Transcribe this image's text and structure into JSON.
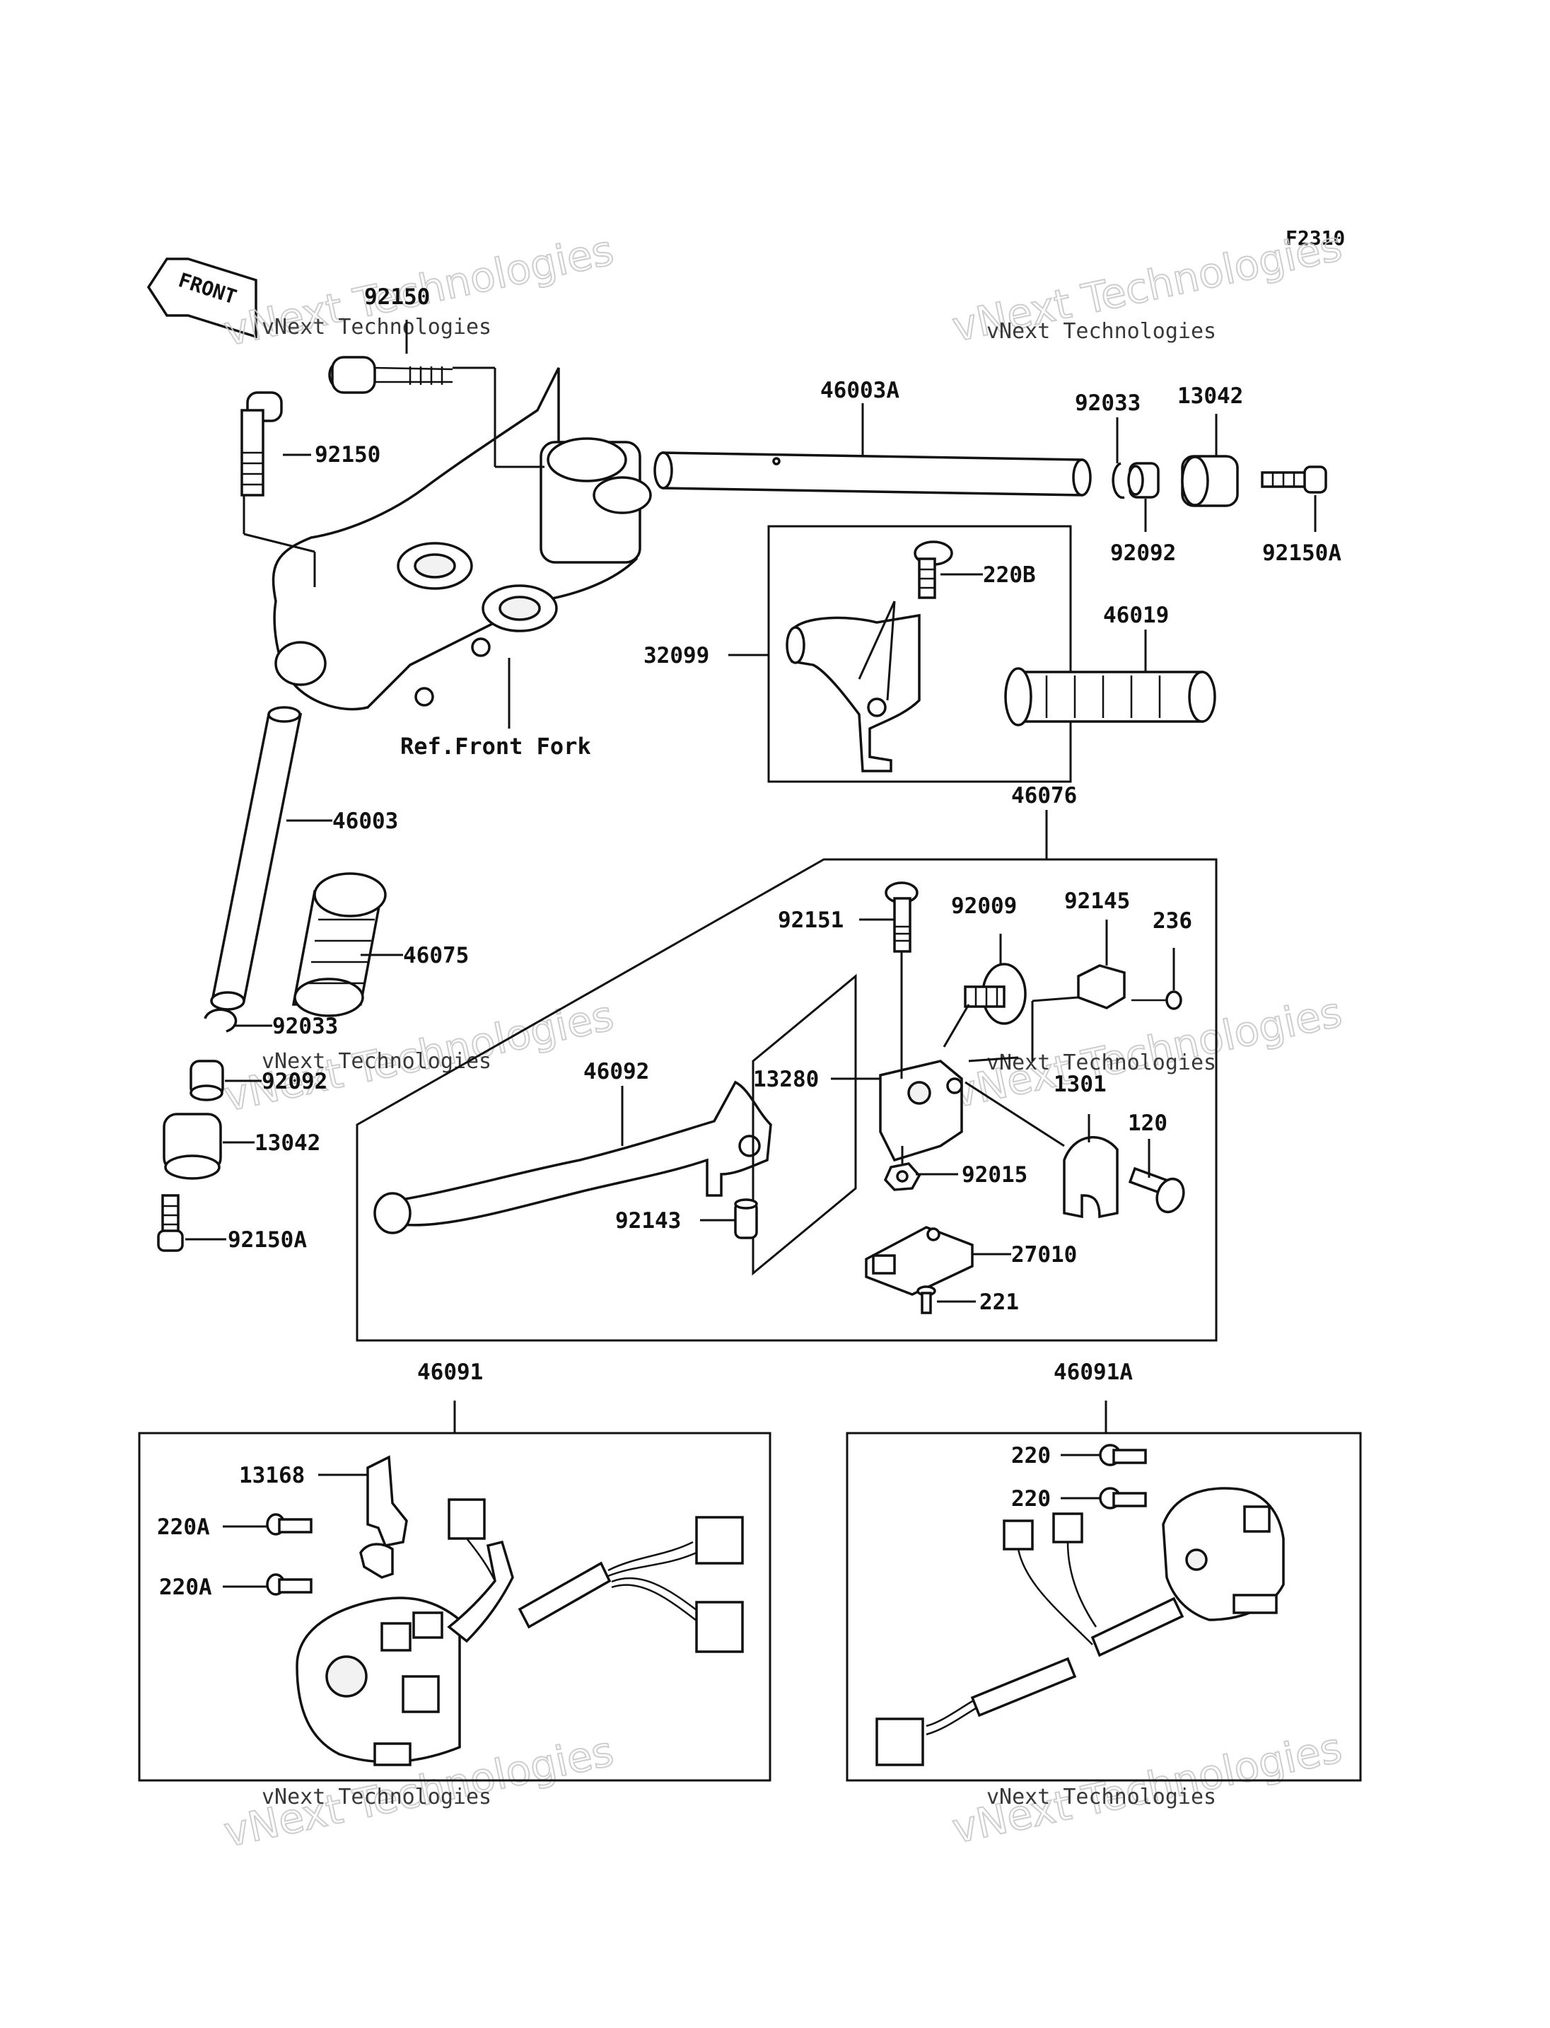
{
  "diagram_id": "F2310",
  "front_arrow": "FRONT",
  "ref_text": "Ref.Front Fork",
  "watermark": {
    "line1": "vNext Technologies",
    "line2": "vNext Technologies"
  },
  "parts": {
    "p92150_top": "92150",
    "p92150_mid": "92150",
    "p46003A": "46003A",
    "p92033_top": "92033",
    "p13042_top": "13042",
    "p92092_top": "92092",
    "p92150A_top": "92150A",
    "p220B": "220B",
    "p32099": "32099",
    "p46019": "46019",
    "p46003": "46003",
    "p46075": "46075",
    "p92033_left": "92033",
    "p92092_left": "92092",
    "p13042_left": "13042",
    "p92150A_left": "92150A",
    "p46076": "46076",
    "p92151": "92151",
    "p92009": "92009",
    "p92145": "92145",
    "p236": "236",
    "p46092": "46092",
    "p13280": "13280",
    "p1301": "1301",
    "p120": "120",
    "p92015": "92015",
    "p92143": "92143",
    "p27010": "27010",
    "p221": "221",
    "p46091": "46091",
    "p13168": "13168",
    "p220A_1": "220A",
    "p220A_2": "220A",
    "p46091A": "46091A",
    "p220_1": "220",
    "p220_2": "220"
  }
}
